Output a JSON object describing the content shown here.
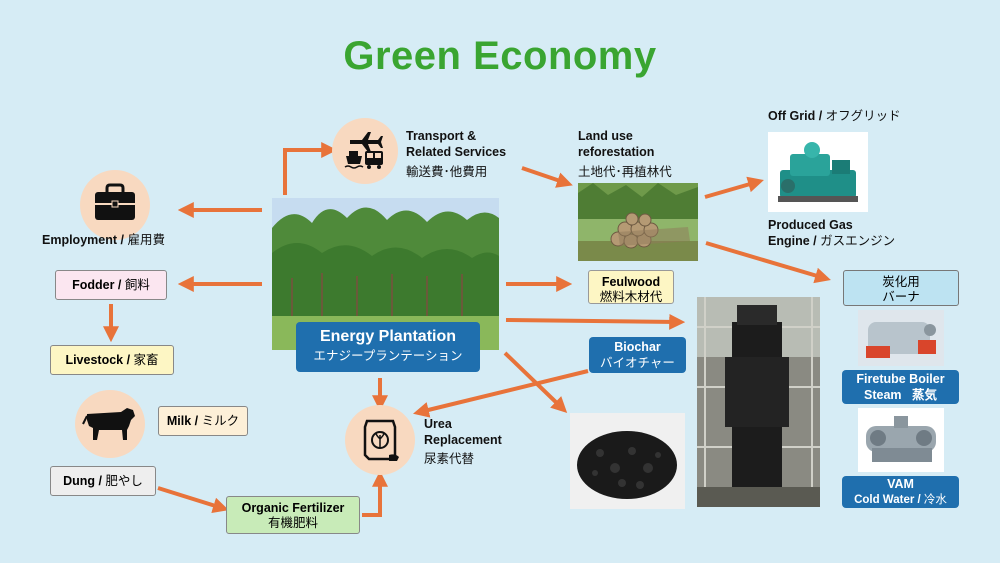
{
  "title": "Green Economy",
  "center": {
    "en": "Energy Plantation",
    "jp": "エナジープランテーション"
  },
  "transport": {
    "line1": "Transport &",
    "line2": "Related Services",
    "jp": "輸送費･他費用"
  },
  "landuse": {
    "line1": "Land use",
    "line2": "reforestation",
    "jp": "土地代･再植林代"
  },
  "offgrid": {
    "en": "Off Grid / ",
    "jp": "オフグリッド"
  },
  "gas_engine": {
    "line1": "Produced Gas",
    "line2_en": "Engine / ",
    "line2_jp": "ガスエンジン"
  },
  "employment": {
    "en": "Employment / ",
    "jp": "雇用費"
  },
  "fodder": {
    "en": "Fodder / ",
    "jp": "飼料"
  },
  "livestock": {
    "en": "Livestock / ",
    "jp": "家畜"
  },
  "milk": {
    "en": "Milk / ",
    "jp": "ミルク"
  },
  "dung": {
    "en": "Dung / ",
    "jp": "肥やし"
  },
  "organic": {
    "en": "Organic Fertilizer",
    "jp": "有機肥料"
  },
  "urea": {
    "line1": "Urea",
    "line2": "Replacement",
    "jp": "尿素代替"
  },
  "feulwood": {
    "en": "Feulwood",
    "jp": "燃料木材代"
  },
  "biochar": {
    "en": "Biochar",
    "jp": "バイオチャー"
  },
  "burner": {
    "line1": "炭化用",
    "line2": "バーナ"
  },
  "boiler": {
    "line1": "Firetube Boiler",
    "line2_en": "Steam",
    "line2_jp": "蒸気"
  },
  "vam": {
    "line1": "VAM",
    "line2_en": "Cold Water / ",
    "line2_jp": "冷水"
  },
  "colors": {
    "title": "#3aa531",
    "arrow": "#e8733a",
    "blue": "#1f6fae",
    "background": "#d6ecf5"
  }
}
